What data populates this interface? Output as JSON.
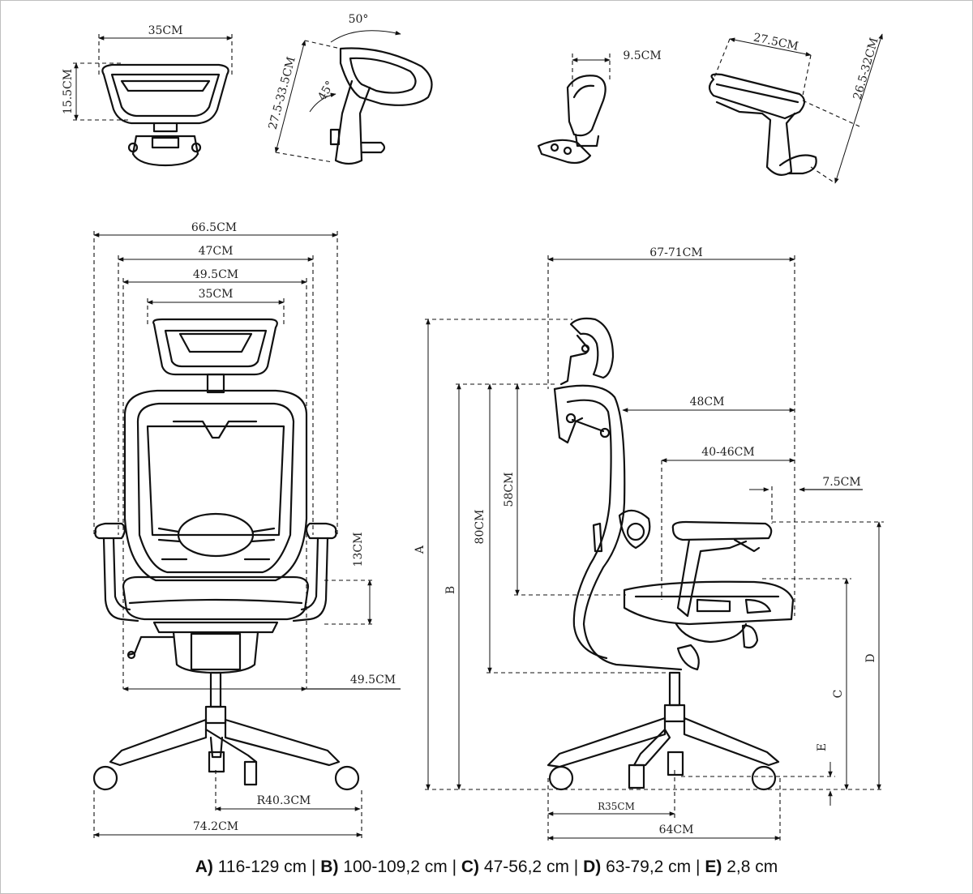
{
  "headrest_top": {
    "width": "35CM",
    "height": "15.5CM",
    "tilt_angle": "50°",
    "pivot_angle": "45°",
    "height_range": "27.5-33.5CM"
  },
  "armrest_top": {
    "depth_adjust": "9.5CM",
    "pad_length": "27.5CM",
    "height_range": "26.5-32CM"
  },
  "front_view": {
    "overall_width": "66.5CM",
    "armrest_span": "47CM",
    "back_width": "49.5CM",
    "headrest_width": "35CM",
    "armrest_adjust": "13CM",
    "seat_width": "49.5CM",
    "base_radius": "R40.3CM",
    "base_diameter": "74.2CM"
  },
  "side_view": {
    "overall_depth": "67-71CM",
    "seat_to_back": "48CM",
    "seat_depth": "40-46CM",
    "seat_slide": "7.5CM",
    "back_height": "58CM",
    "back_total": "80CM",
    "label_a": "A",
    "label_b": "B",
    "label_c": "C",
    "label_d": "D",
    "label_e": "E",
    "base_radius": "R35CM",
    "base_depth": "64CM"
  },
  "specs": [
    {
      "key": "A)",
      "value": "116-129 cm"
    },
    {
      "key": "B)",
      "value": "100-109,2 cm"
    },
    {
      "key": "C)",
      "value": "47-56,2 cm"
    },
    {
      "key": "D)",
      "value": "63-79,2 cm"
    },
    {
      "key": "E)",
      "value": "2,8 cm"
    }
  ],
  "separator": "|"
}
